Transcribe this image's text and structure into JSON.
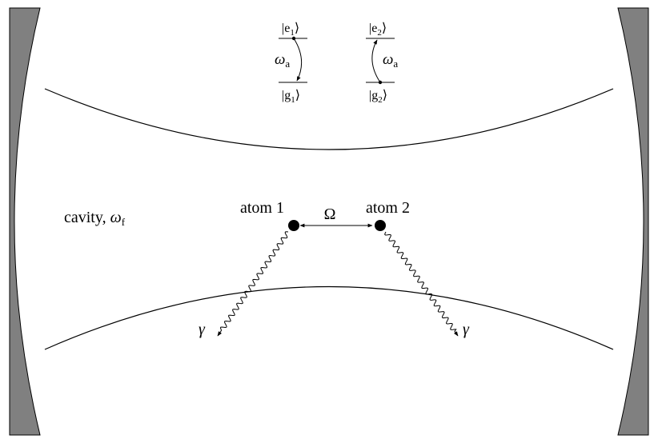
{
  "cavity": {
    "label": "cavity, ",
    "symbol": "ω",
    "subscript": "f"
  },
  "atoms": [
    {
      "label": "atom 1"
    },
    {
      "label": "atom 2"
    }
  ],
  "coupling": {
    "symbol": "Ω"
  },
  "decay": {
    "symbol": "γ"
  },
  "levels": {
    "atom1": {
      "excited": {
        "pre": "|e",
        "sub": "1",
        "post": "⟩"
      },
      "ground": {
        "pre": "|g",
        "sub": "1",
        "post": "⟩"
      },
      "transition": {
        "symbol": "ω",
        "subscript": "a"
      }
    },
    "atom2": {
      "excited": {
        "pre": "|e",
        "sub": "2",
        "post": "⟩"
      },
      "ground": {
        "pre": "|g",
        "sub": "2",
        "post": "⟩"
      },
      "transition": {
        "symbol": "ω",
        "subscript": "a"
      }
    }
  },
  "colors": {
    "mirror": "#808080",
    "line": "#000000",
    "background": "#ffffff"
  }
}
